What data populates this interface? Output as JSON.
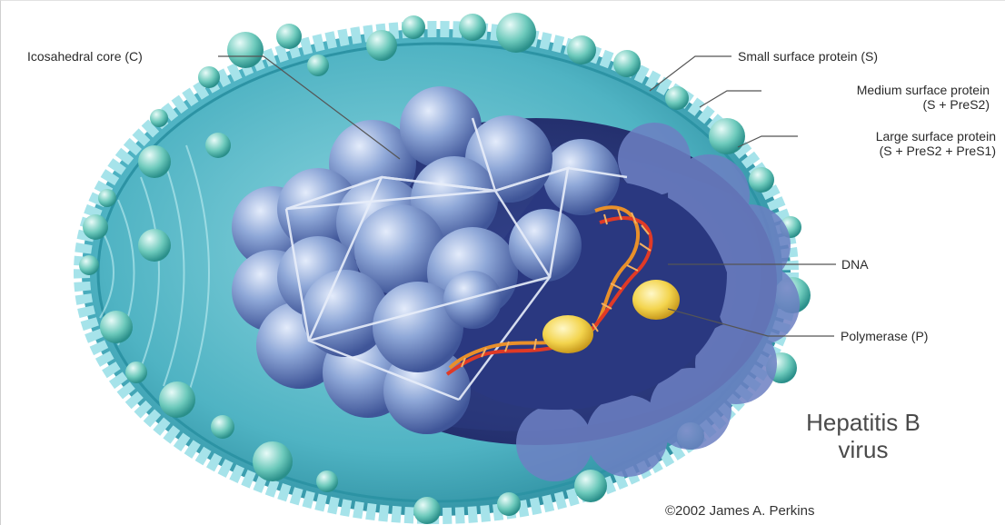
{
  "labels": {
    "core": "Icosahedral core (C)",
    "small_protein": "Small surface protein (S)",
    "medium_protein_line1": "Medium surface protein",
    "medium_protein_line2": "(S + PreS2)",
    "large_protein_line1": "Large surface protein",
    "large_protein_line2": "(S + PreS2 + PreS1)",
    "dna": "DNA",
    "polymerase": "Polymerase (P)"
  },
  "title": {
    "line1": "Hepatitis B",
    "line2": "virus"
  },
  "credit": "©2002 James A. Perkins",
  "colors": {
    "envelope": "#3ea6b5",
    "envelope_light": "#8ed2dc",
    "core_sphere": "#7f9bd0",
    "interior": "#2f3f84",
    "dna_strand_red": "#e03020",
    "dna_strand_orange": "#f09020",
    "polymerase": "#f2d04a"
  }
}
